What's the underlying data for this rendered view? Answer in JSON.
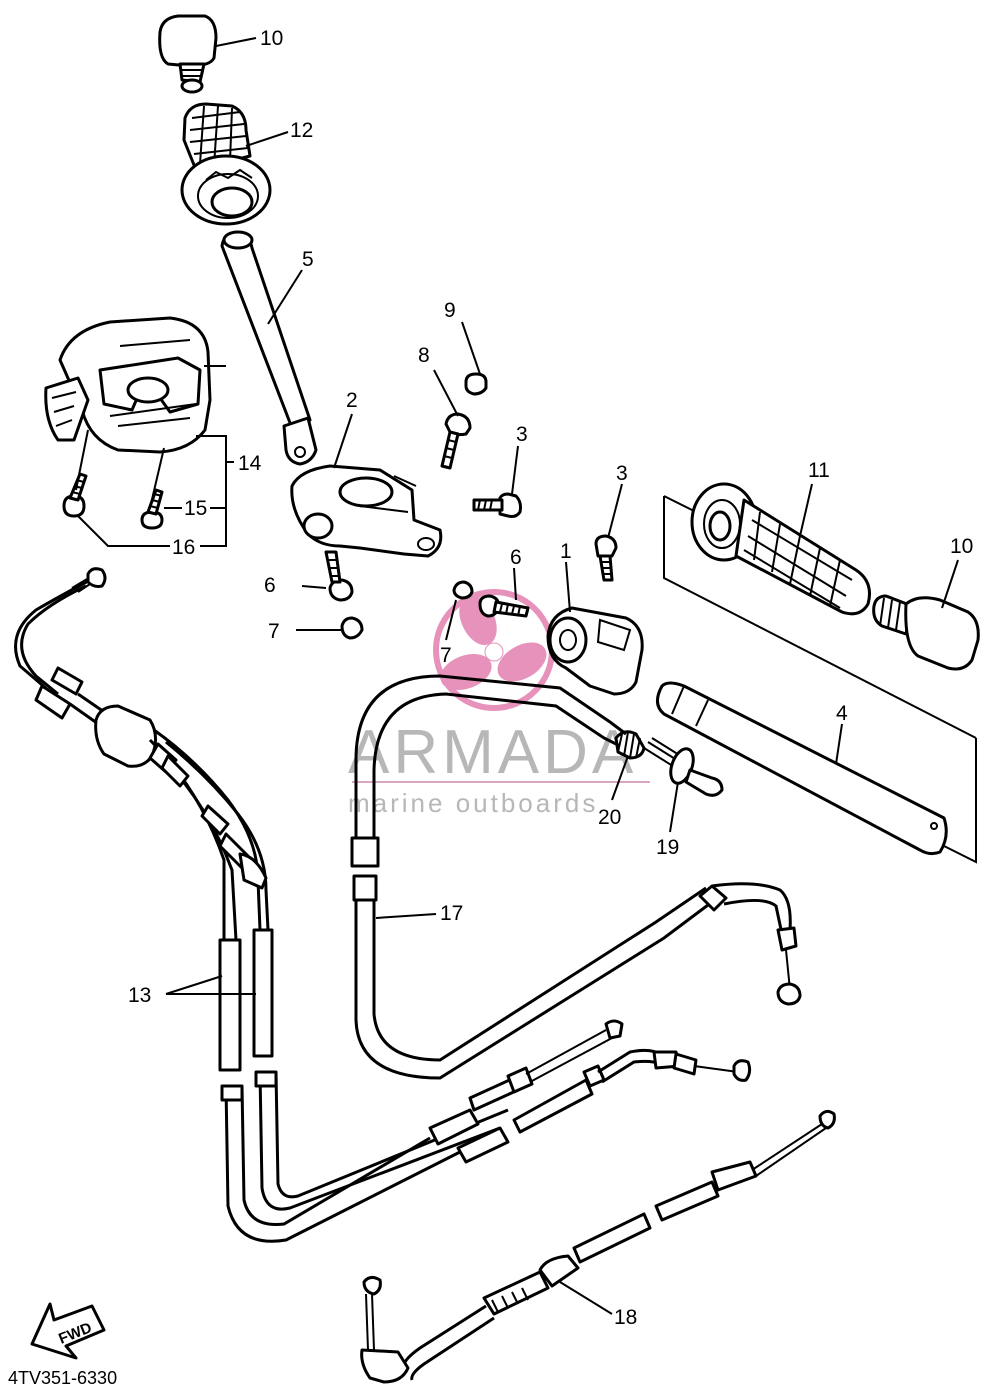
{
  "diagram": {
    "reference_code": "4TV351-6330",
    "fwd_label": "FWD",
    "watermark": {
      "brand": "ARMADA",
      "tagline": "marine outboards",
      "logo_icon": "propeller-logo-icon",
      "logo_color": "#e27fb0",
      "text_color": "#b7b7b7"
    },
    "callouts": [
      {
        "id": "c10a",
        "text": "10"
      },
      {
        "id": "c12",
        "text": "12"
      },
      {
        "id": "c5",
        "text": "5"
      },
      {
        "id": "c9",
        "text": "9"
      },
      {
        "id": "c8",
        "text": "8"
      },
      {
        "id": "c2",
        "text": "2"
      },
      {
        "id": "c3a",
        "text": "3"
      },
      {
        "id": "c3b",
        "text": "3"
      },
      {
        "id": "c14",
        "text": "14"
      },
      {
        "id": "c15",
        "text": "15"
      },
      {
        "id": "c16",
        "text": "16"
      },
      {
        "id": "c11",
        "text": "11"
      },
      {
        "id": "c10b",
        "text": "10"
      },
      {
        "id": "c6a",
        "text": "6"
      },
      {
        "id": "c6b",
        "text": "6"
      },
      {
        "id": "c1",
        "text": "1"
      },
      {
        "id": "c7a",
        "text": "7"
      },
      {
        "id": "c7b",
        "text": "7"
      },
      {
        "id": "c4",
        "text": "4"
      },
      {
        "id": "c20",
        "text": "20"
      },
      {
        "id": "c19",
        "text": "19"
      },
      {
        "id": "c17",
        "text": "17"
      },
      {
        "id": "c13",
        "text": "13"
      },
      {
        "id": "c18",
        "text": "18"
      }
    ]
  }
}
